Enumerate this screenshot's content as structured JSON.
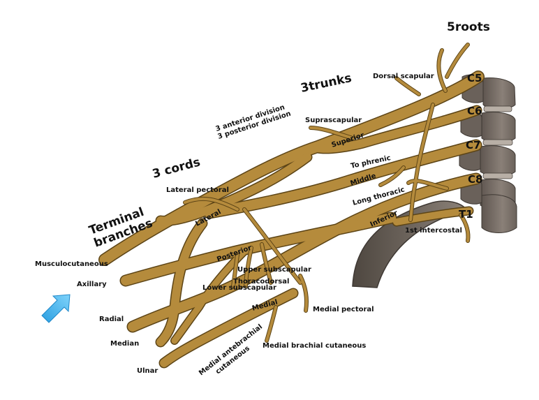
{
  "headings": {
    "roots": "5roots",
    "trunks": "3trunks",
    "divisions_line1": "3 anterior division",
    "divisions_line2": "3 posterior division",
    "cords": "3 cords",
    "terminal_line1": "Terminal",
    "terminal_line2": "branches"
  },
  "roots": [
    "C5",
    "C6",
    "C7",
    "C8",
    "T1"
  ],
  "trunks": {
    "superior": "Superior",
    "middle": "Middle",
    "inferior": "Inferior"
  },
  "cords": {
    "lateral": "Lateral",
    "posterior": "Posterior",
    "medial": "Medial"
  },
  "branches": {
    "dorsal_scapular": "Dorsal scapular",
    "suprascapular": "Suprascapular",
    "to_phrenic": "To phrenic",
    "long_thoracic": "Long thoracic",
    "first_intercostal": "1st intercostal",
    "lateral_pectoral": "Lateral pectoral",
    "upper_subscapular": "Upper subscapular",
    "thoracodorsal": "Thoracodorsal",
    "lower_subscapular": "Lower subscapular",
    "medial_pectoral": "Medial pectoral",
    "medial_brachial_cutaneous": "Medial brachial cutaneous",
    "medial_antebrachial_line1": "Medial antebrachial",
    "medial_antebrachial_line2": "cutaneous"
  },
  "terminal": {
    "musculocutaneous": "Musculocutaneous",
    "axillary": "Axillary",
    "radial": "Radial",
    "median": "Median",
    "ulnar": "Ulnar"
  },
  "colors": {
    "nerve": "#b58b3c",
    "nerve_edge": "#5c4416",
    "vertebra": "#7a7068",
    "rib": "#6d645b",
    "arrow": "#4cb6ec"
  },
  "icons": {
    "arrow": "arrow-up-right-icon"
  }
}
